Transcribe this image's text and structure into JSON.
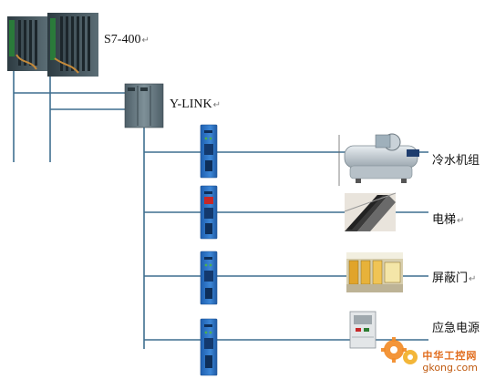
{
  "labels": {
    "s7": "S7-400",
    "ylink": "Y-LINK",
    "chiller": "冷水机组",
    "elevator": "电梯",
    "screen_door": "屏蔽门",
    "emergency_power": "应急电源"
  },
  "paragraph_mark": "↵",
  "watermark": {
    "line1": "中华工控网",
    "line2": "gkong.com"
  },
  "colors": {
    "line": "#3f6f8f",
    "module_blue": "#2f73c8",
    "plc_dark": "#3d4e56",
    "plc_green": "#2e7d32"
  }
}
